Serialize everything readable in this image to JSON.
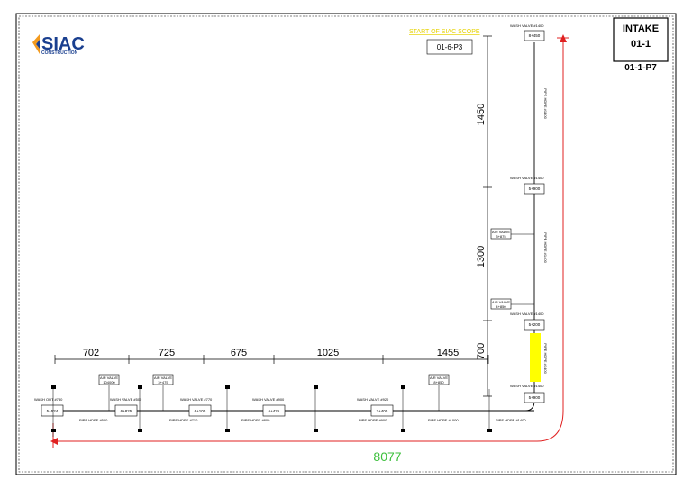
{
  "title_block": {
    "line1": "INTAKE",
    "line2": "01-1",
    "line3": "01-1-P7"
  },
  "logo": {
    "name": "SIAC",
    "subtitle": "CONSTRUCTION",
    "color": "#1a3f8f",
    "accent": "#f39a1e"
  },
  "start_label": "START OF SIAC SCOPE",
  "scope_tag": "01-6-P3",
  "total_length": "8077",
  "horizontal_dims": [
    "702",
    "725",
    "675",
    "1025",
    "1455"
  ],
  "vertical_dims": [
    "1450",
    "1300",
    "700"
  ],
  "stations_h": [
    "5+524",
    "6+825",
    "6+100",
    "6+425",
    "7+400"
  ],
  "stations_v": [
    "8+450",
    "5+900",
    "5+200",
    "5+900"
  ],
  "air_valves": [
    {
      "line1": "AIR VALVE",
      "line2": "104000"
    },
    {
      "line1": "AIR VALVE",
      "line2": "3+475"
    },
    {
      "line1": "AIR VALVE",
      "line2": "8+850"
    },
    {
      "line1": "AIR VALVE",
      "line2": "3+875"
    },
    {
      "line1": "AIR VALVE",
      "line2": "4+850"
    }
  ],
  "wash_labels_h": [
    "WASH OUT #780",
    "WASH VALVE #500",
    "WASH VALVE #770",
    "WASH VALVE #900",
    "WASH VALVE #920"
  ],
  "wash_labels_v": [
    "WASH VALVE #1400",
    "WASH VALVE #1400",
    "WASH VALVE #1400",
    "WASH VALVE #1400"
  ],
  "pipe_labels_h": [
    "PIPE HDPE #500",
    "PIPE HDPE #710",
    "PIPE HDPE #800",
    "PIPE HDPE #900",
    "PIPE HDPE #1000",
    "PIPE HDPE #1400"
  ],
  "pipe_labels_v": [
    "PIPE HDPE #1400",
    "PIPE HDPE #1400",
    "PIPE HDPE #1400"
  ],
  "colors": {
    "red": "#e02020",
    "highlight": "#ffff00",
    "dim_text": "#3cbf3c",
    "scope_text": "#e6d200"
  }
}
